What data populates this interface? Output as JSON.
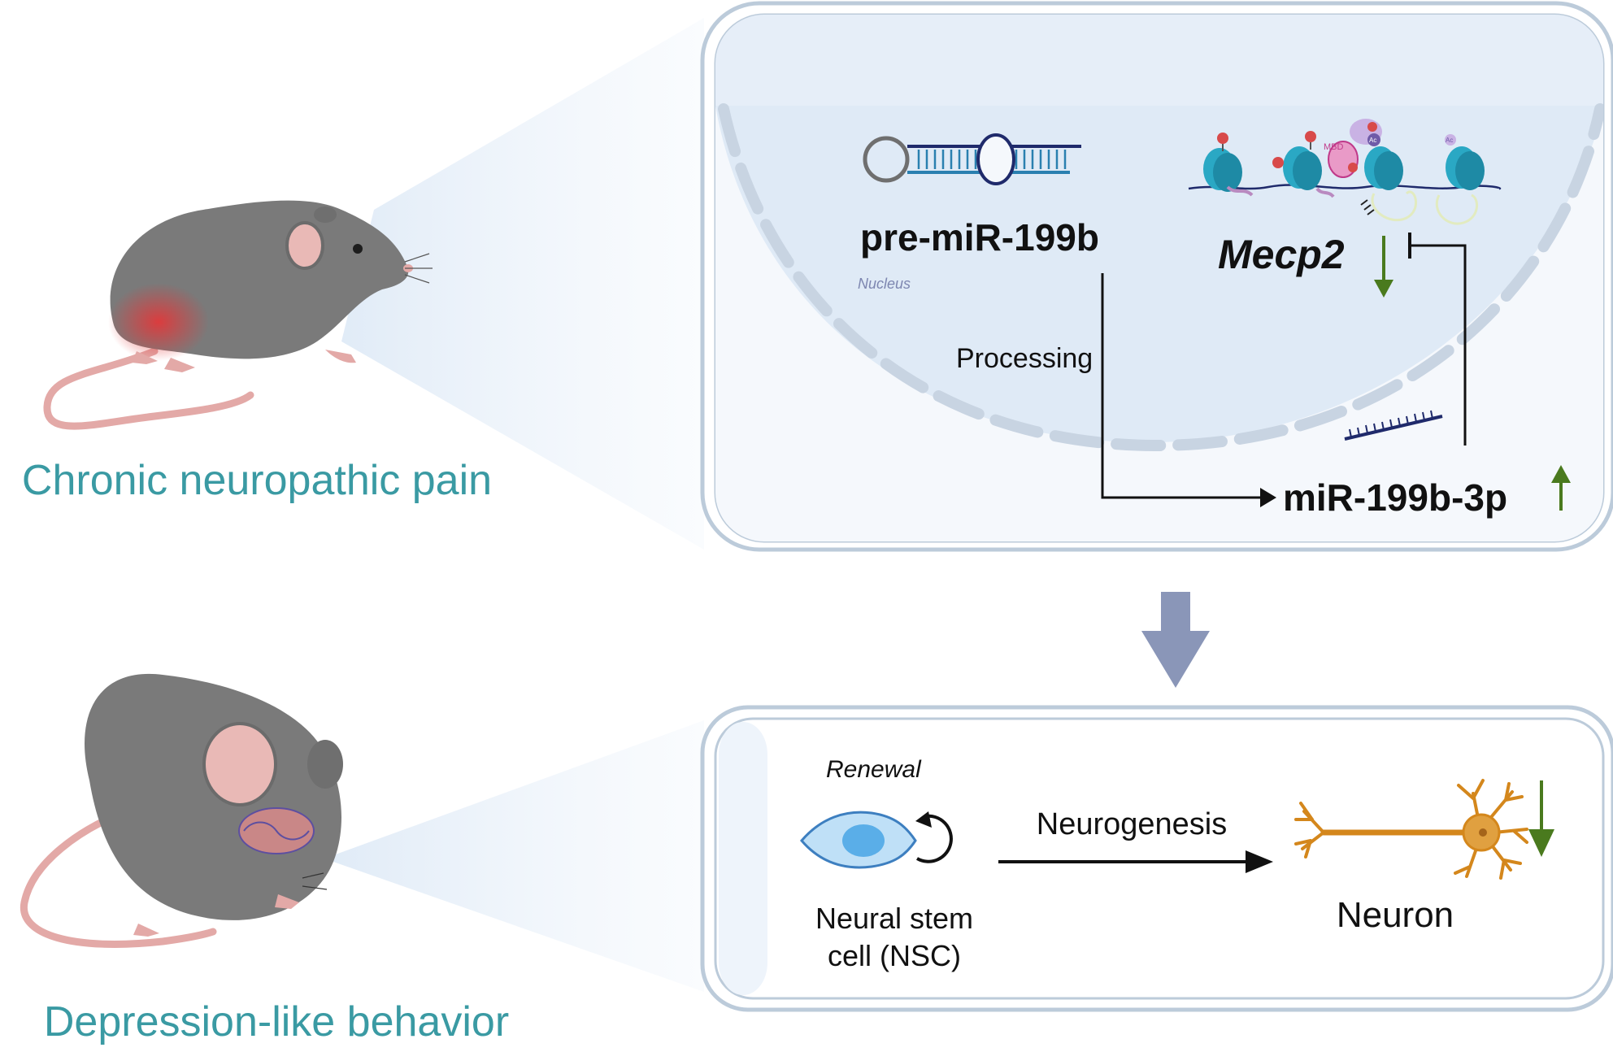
{
  "left_panel": {
    "top_caption": "Chronic neuropathic pain",
    "bottom_caption": "Depression-like behavior"
  },
  "top_box": {
    "nucleus_label": "Nucleus",
    "pre_mir_label": "pre-miR-199b",
    "gene_label": "Mecp2",
    "processing_label": "Processing",
    "mature_mir_label": "miR-199b-3p",
    "mbd_label": "MBD",
    "ac_label": "Ac"
  },
  "bottom_box": {
    "renewal_label": "Renewal",
    "nsc_label_line1": "Neural stem",
    "nsc_label_line2": "cell (NSC)",
    "neurogenesis_label": "Neurogenesis",
    "neuron_label": "Neuron"
  },
  "colors": {
    "caption_teal": "#3a9aa3",
    "arrow_green": "#4a7a1e",
    "flow_arrow": "#8a96b8",
    "box_border": "#b4c3d3",
    "mouse_gray": "#7d7d7d",
    "neuron_orange": "#d4871c",
    "nucleosome_cyan": "#2aa8c4"
  }
}
